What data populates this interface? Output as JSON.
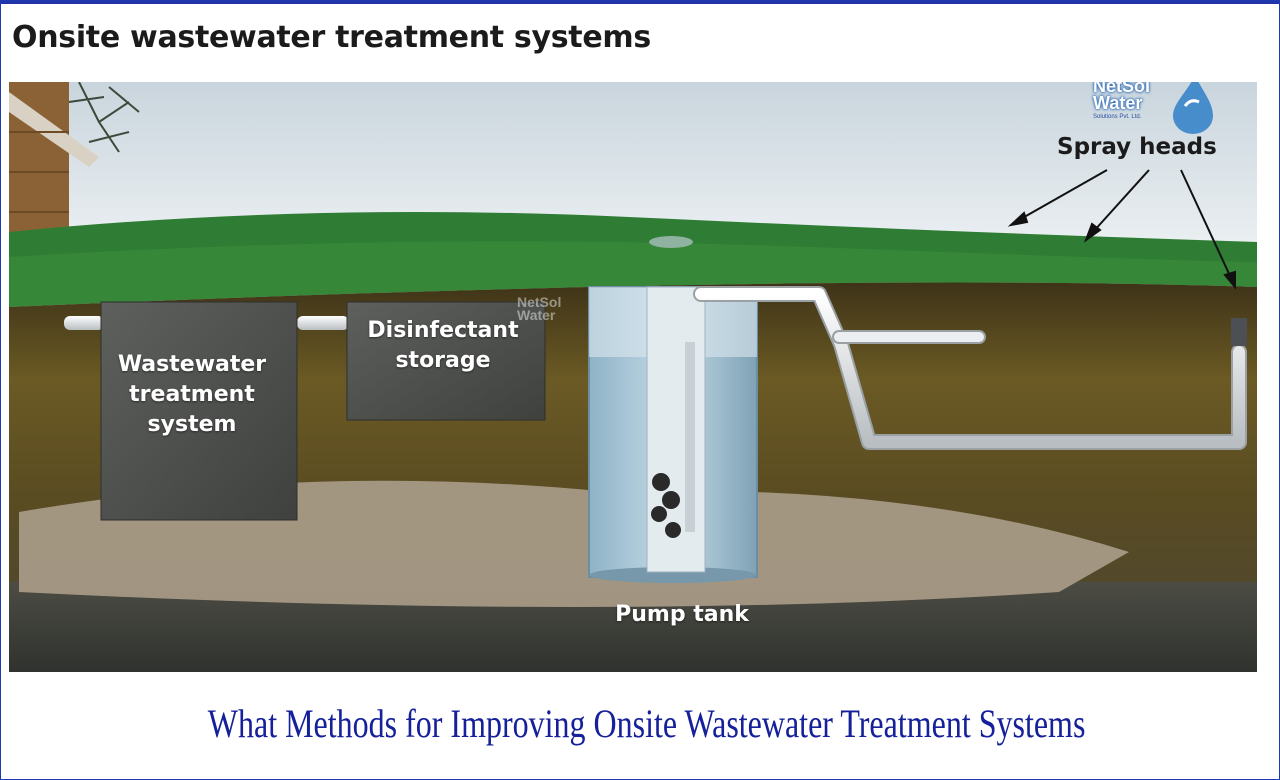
{
  "title": "Onsite wastewater treatment systems",
  "labels": {
    "wastewater_treatment_system": "Wastewater treatment system",
    "disinfectant_storage": "Disinfectant storage",
    "pump_tank": "Pump tank",
    "spray_heads": "Spray heads"
  },
  "logo": {
    "line1": "NetSol",
    "line2": "Water",
    "tagline": "Solutions Pvt. Ltd."
  },
  "watermark": {
    "line1": "NetSol",
    "line2": "Water"
  },
  "caption": "What Methods for Improving Onsite Wastewater Treatment Systems",
  "colors": {
    "caption": "#15209a",
    "frame": "#1a3cb0",
    "sky": "#dfe7ec",
    "grass": "#2f7d34",
    "soil": "#5d4b1f",
    "gravel": "#a79a86",
    "tank_water": "#9fc4d8",
    "pipe": "#e6e8ea"
  }
}
